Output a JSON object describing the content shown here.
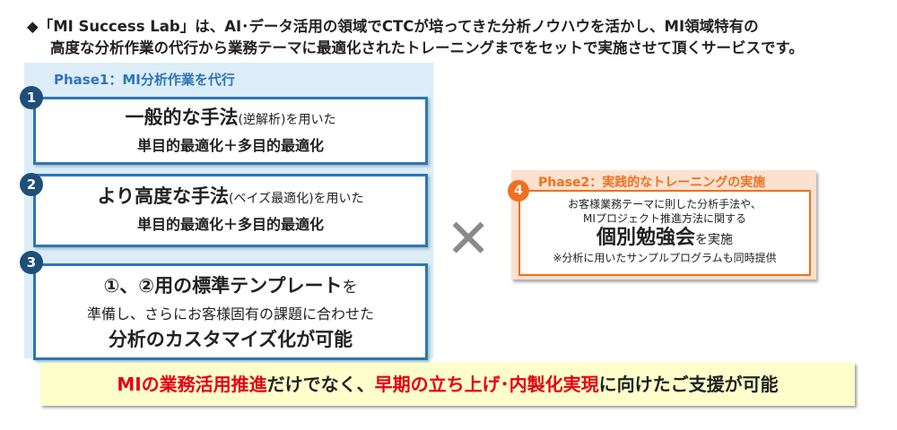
{
  "intro": {
    "line1": "◆「MI Success Lab」は、AI･データ活用の領域でCTCが培ってきた分析ノウハウを活かし、MI領域特有の",
    "line2": "高度な分析作業の代行から業務テーマに最適化されたトレーニングまでをセットで実施させて頂くサービスです。"
  },
  "phase1": {
    "title": "Phase1：MI分析作業を代行",
    "items": [
      {
        "num": "1",
        "big": "一般的な手法",
        "small": "(逆解析)を用いた",
        "line2": "単目的最適化＋多目的最適化"
      },
      {
        "num": "2",
        "big": "より高度な手法",
        "small": "(ベイズ最適化)を用いた",
        "line2": "単目的最適化＋多目的最適化"
      },
      {
        "num": "3",
        "big": "①、②用の標準テンプレート",
        "small": "を",
        "line2": "準備し、さらにお客様固有の課題に合わせた",
        "line3": "分析のカスタマイズ化が可能"
      }
    ]
  },
  "cross": "✕",
  "phase2": {
    "title": "Phase2：実践的なトレーニングの実施",
    "num": "4",
    "line1": "お客様業務テーマに則した分析手法や、",
    "line2": "MIプロジェクト推進方法に関する",
    "big": "個別勉強会",
    "small": "を実施",
    "note": "※分析に用いたサンプルプログラムも同時提供"
  },
  "banner": {
    "red1": "MIの業務活用推進",
    "black1": "だけでなく、",
    "red2": "早期の立ち上げ･内製化実現",
    "black2": "に向けたご支援が可能"
  },
  "colors": {
    "blue": "#2e75b6",
    "navy": "#1f4e79",
    "orange": "#f07020",
    "red": "#e60012"
  }
}
